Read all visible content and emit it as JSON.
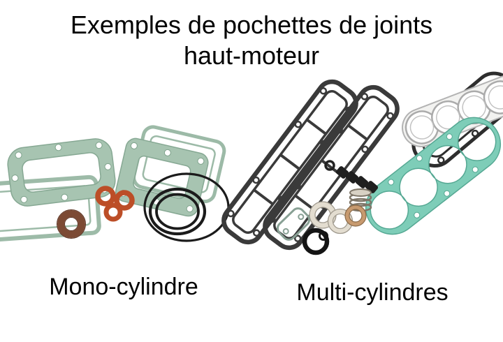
{
  "title": {
    "line1": "Exemples de pochettes de joints",
    "line2": "haut-moteur"
  },
  "captions": {
    "left": "Mono-cylindre",
    "right": "Multi-cylindres"
  },
  "figure": {
    "left_set": "mono-cylinder-gasket-set",
    "right_set": "multi-cylinder-gasket-set"
  },
  "colors": {
    "background": "#ffffff",
    "text": "#000000",
    "gasket_green": "#a7c4b1",
    "gasket_green_line": "#86a893",
    "gasket_teal": "#7ecdb8",
    "gasket_teal_line": "#55a893",
    "gasket_dark": "#3a3a3a",
    "seal_orange": "#bc4e27",
    "washer_brown": "#7c4a34",
    "oring_black": "#1b1b1b",
    "white_ring": "#e3ddd0",
    "tan_ring": "#c79a6f"
  }
}
